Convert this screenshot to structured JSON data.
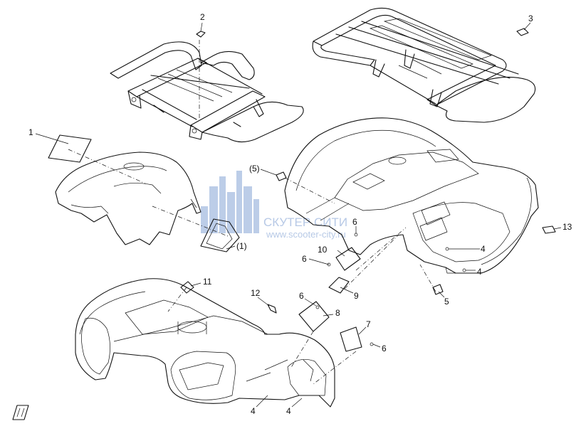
{
  "callouts": {
    "c1": "1",
    "c2": "2",
    "c3": "3",
    "c4a": "4",
    "c4b": "4",
    "c4c": "4",
    "c4d": "4",
    "c5": "5",
    "c5p": "(5)",
    "c1p": "(1)",
    "c6a": "6",
    "c6b": "6",
    "c6c": "6",
    "c6d": "6",
    "c7": "7",
    "c8": "8",
    "c9": "9",
    "c10": "10",
    "c11": "11",
    "c12": "12",
    "c13": "13"
  },
  "watermark": {
    "title": "СКУТЕР СИТИ",
    "url": "www.scooter-city.ru"
  },
  "colors": {
    "watermark": "#b7c9e6",
    "line": "#111111"
  }
}
